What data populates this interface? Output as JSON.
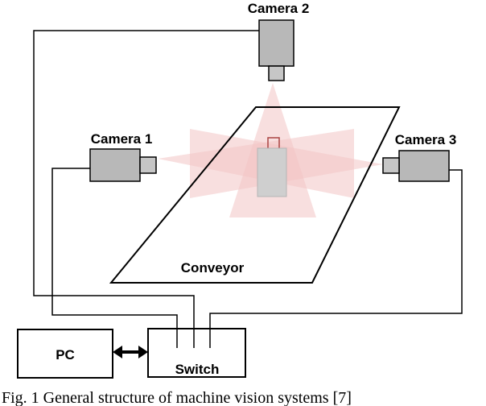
{
  "diagram": {
    "cameras": [
      {
        "id": "camera-2",
        "label": "Camera 2"
      },
      {
        "id": "camera-1",
        "label": "Camera 1"
      },
      {
        "id": "camera-3",
        "label": "Camera 3"
      }
    ],
    "conveyor_label": "Conveyor",
    "pc_label": "PC",
    "switch_label": "Switch",
    "caption": "Fig. 1 General structure of machine vision systems [7]"
  },
  "colors": {
    "camera_body": "#b8b8b8",
    "camera_lens": "#c6c6c6",
    "field_of_view": "#f3c4c4",
    "product": "#cfcfcf",
    "product_cap": "#a94442",
    "line": "#000000"
  }
}
